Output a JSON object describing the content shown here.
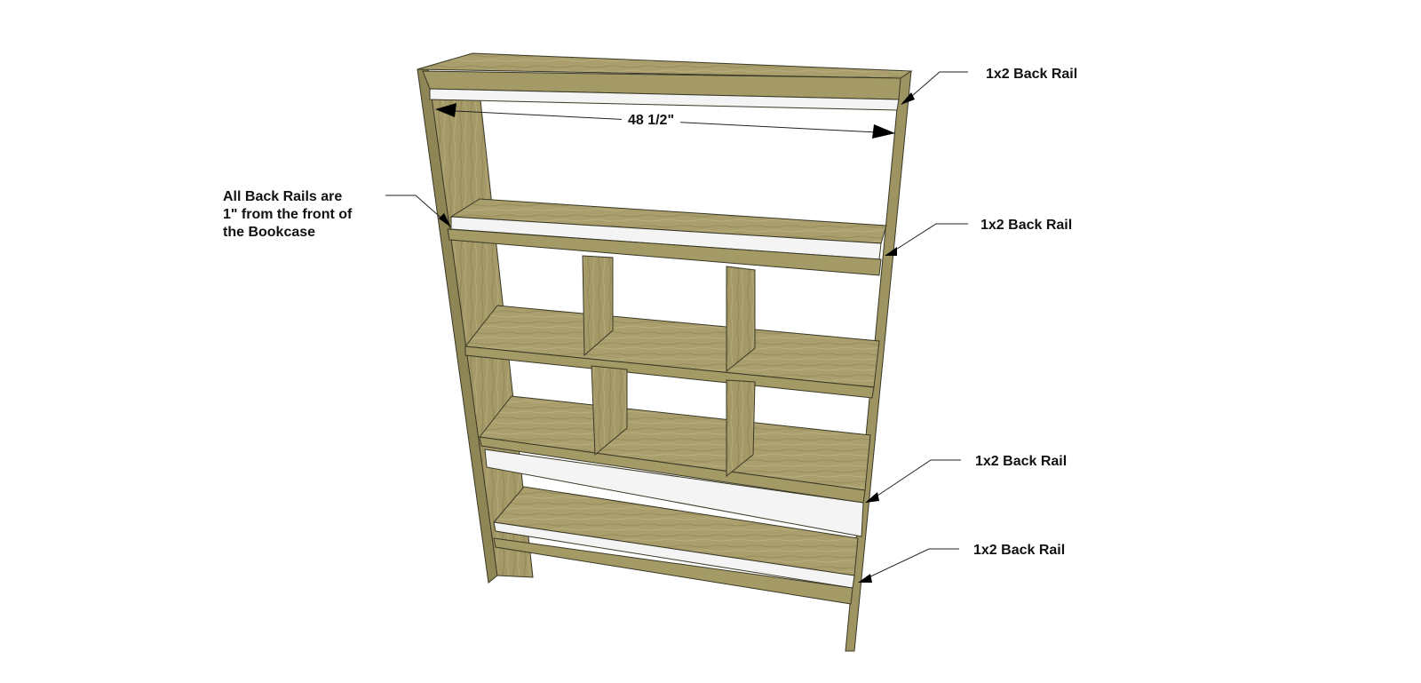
{
  "dimension": {
    "text": "48 1/2\""
  },
  "callouts": [
    {
      "text": "1x2 Back Rail"
    },
    {
      "text": "1x2 Back Rail"
    },
    {
      "text": "1x2 Back Rail"
    },
    {
      "text": "1x2 Back Rail"
    }
  ],
  "note": {
    "lines": [
      "All Back Rails are",
      "1\" from the front of",
      "the Bookcase"
    ]
  },
  "colors": {
    "wood_light": "#b3a877",
    "wood_mid": "#9d9462",
    "wood_dark": "#7e7648",
    "edge": "#3a3826",
    "rail": "#f4f4f4",
    "leader": "#222222"
  }
}
